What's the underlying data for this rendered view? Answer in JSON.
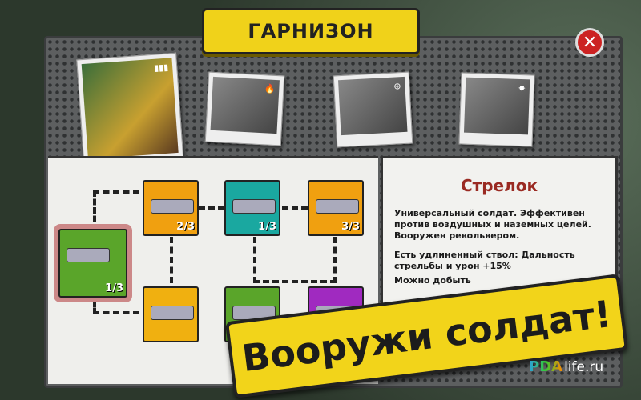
{
  "title": "ГАРНИЗОН",
  "close_icon": "close-icon",
  "soldiers": [
    {
      "name": "Стрелок",
      "badge": "ammo-icon",
      "selected": true
    },
    {
      "badge": "fire-icon",
      "selected": false
    },
    {
      "badge": "target-icon",
      "selected": false
    },
    {
      "badge": "explosion-icon",
      "selected": false
    }
  ],
  "info": {
    "name": "Стрелок",
    "description": "Универсальный солдат. Эффективен против воздушных и наземных целей. Вооружен револьвером.",
    "upgrade": "Есть удлиненный ствол: Дальность стрельбы и урон +15%",
    "obtain": "Можно добыть"
  },
  "weapons": [
    {
      "id": "revolver",
      "level": "1/3",
      "color": "#5aa52a"
    },
    {
      "id": "rifle",
      "level": "2/3",
      "color": "#f0a010"
    },
    {
      "id": "machine-gun",
      "level": "1/3",
      "color": "#1aa8a0"
    },
    {
      "id": "minigun",
      "level": "3/3",
      "color": "#f0a010"
    },
    {
      "id": "shotgun",
      "level": "",
      "color": "#f0b010"
    },
    {
      "id": "assault-rifle",
      "level": "",
      "color": "#5aa52a"
    },
    {
      "id": "rocket-launcher",
      "level": "",
      "color": "#a02ac0"
    }
  ],
  "banner": "Вооружи солдат!",
  "watermark": {
    "mark": "PDA",
    "text": "life.ru"
  }
}
